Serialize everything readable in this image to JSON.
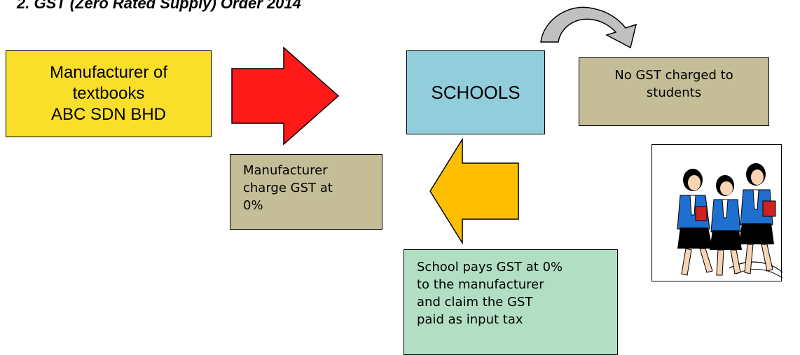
{
  "title": "2. GST (Zero Rated Supply) Order 2014",
  "boxes": {
    "manufacturer": [
      "Manufacturer of",
      "textbooks",
      "ABC SDN BHD"
    ],
    "schools": "SCHOOLS",
    "no_gst": [
      "No GST charged to",
      "students"
    ],
    "manufacturer_charge": [
      "Manufacturer",
      "charge GST at",
      "0%"
    ],
    "school_pays": [
      "School pays GST at 0%",
      "to the manufacturer",
      "and claim the GST",
      "paid as input tax"
    ]
  },
  "colors": {
    "yellow_box": "#f9df2a",
    "red_arrow": "#ff1a1a",
    "blue_box": "#92cddc",
    "tan_box": "#c4bd97",
    "orange_arrow": "#ffbf00",
    "green_box": "#b2dfc4",
    "curved_arrow": "#c0c0c0"
  },
  "icons": [
    "red-right-arrow",
    "orange-left-arrow",
    "curved-arrow",
    "students-clipart"
  ]
}
